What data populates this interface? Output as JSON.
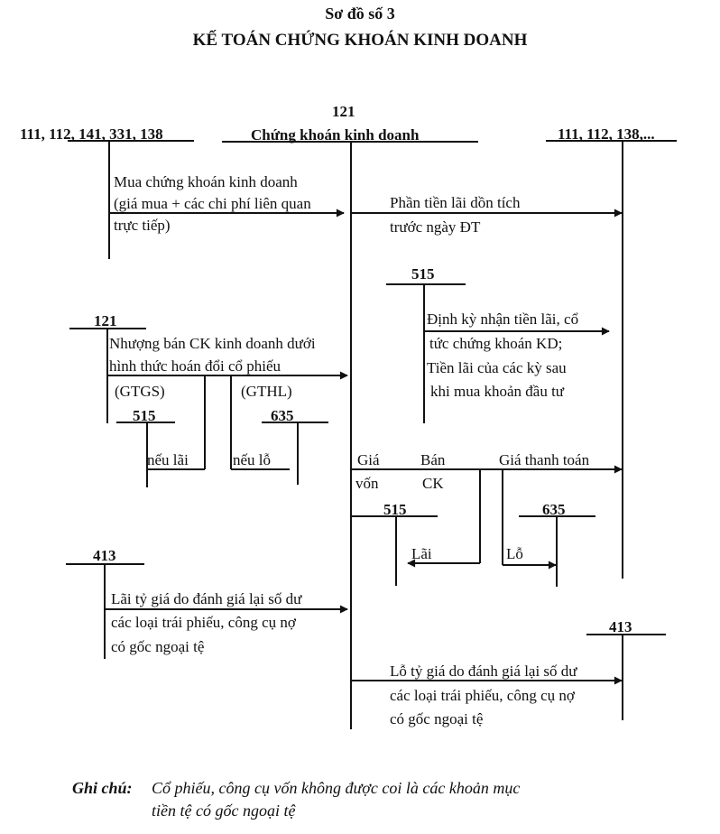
{
  "title": {
    "line1": "Sơ đồ số 3",
    "line2": "KẾ TOÁN CHỨNG KHOÁN KINH DOANH"
  },
  "accounts": {
    "left_top": "111, 112, 141, 331, 138",
    "center_number": "121",
    "center_name": "Chứng khoán kinh doanh",
    "right_top": "111, 112, 138,...",
    "acc_515_mid": "515",
    "acc_121_left": "121",
    "acc_515_left": "515",
    "acc_635_left": "635",
    "acc_515_lower": "515",
    "acc_635_lower": "635",
    "acc_413_left": "413",
    "acc_413_right": "413"
  },
  "labels": {
    "purchase": [
      "Mua chứng khoán kinh doanh",
      "(giá mua + các chi phí liên quan",
      "trực tiếp)"
    ],
    "accrued_interest": [
      "Phần tiền lãi dồn tích",
      "trước ngày ĐT"
    ],
    "periodic_interest": [
      "Định kỳ nhận tiền lãi, cổ",
      "tức chứng khoán KD;",
      "Tiền lãi của các kỳ sau",
      "khi mua khoản đầu tư"
    ],
    "exchange_sale": [
      "Nhượng bán CK kinh doanh dưới",
      "hình thức hoán đổi cổ phiếu"
    ],
    "gtgs": "(GTGS)",
    "gthl": "(GTHL)",
    "if_gain": "nếu lãi",
    "if_loss": "nếu lỗ",
    "cost_1": "Giá",
    "cost_2": "vốn",
    "sale_1": "Bán",
    "sale_2": "CK",
    "payment_price": "Giá thanh toán",
    "gain": "Lãi",
    "loss": "Lỗ",
    "fx_gain": [
      "Lãi tỷ giá do đánh giá lại số dư",
      "các loại trái phiếu, công cụ nợ",
      "có gốc ngoại tệ"
    ],
    "fx_loss": [
      "Lỗ tỷ giá do đánh giá lại số dư",
      "các loại trái phiếu, công cụ nợ",
      "có gốc ngoại tệ"
    ]
  },
  "note": {
    "label": "Ghi chú:",
    "text": [
      "Cổ phiếu, công cụ vốn không được coi là các khoản mục",
      "tiền tệ có gốc ngoại tệ"
    ]
  }
}
